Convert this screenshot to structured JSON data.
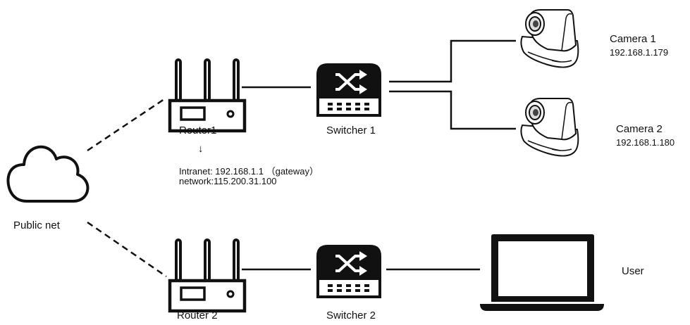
{
  "nodes": {
    "public_net": {
      "label": "Public net"
    },
    "router1": {
      "label": "Router1",
      "arrow": "↓",
      "intranet": "Intranet: 192.168.1.1 （gateway）",
      "network": "network:115.200.31.100"
    },
    "router2": {
      "label": "Router 2"
    },
    "switcher1": {
      "label": "Switcher 1"
    },
    "switcher2": {
      "label": "Switcher 2"
    },
    "camera1": {
      "label": "Camera 1",
      "ip": "192.168.1.179"
    },
    "camera2": {
      "label": "Camera 2",
      "ip": "192.168.1.180"
    },
    "user": {
      "label": "User"
    }
  }
}
